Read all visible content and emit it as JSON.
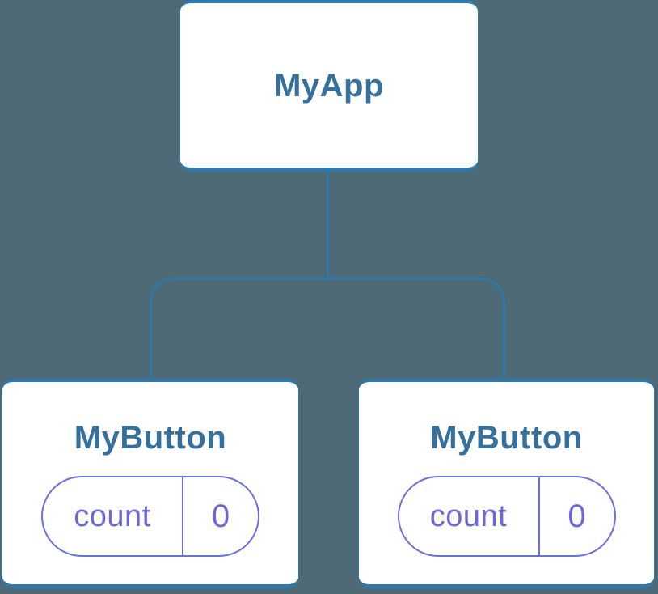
{
  "diagram": {
    "type": "component-tree",
    "root": {
      "title": "MyApp"
    },
    "children": [
      {
        "title": "MyButton",
        "state": {
          "name": "count",
          "value": "0"
        }
      },
      {
        "title": "MyButton",
        "state": {
          "name": "count",
          "value": "0"
        }
      }
    ],
    "colors": {
      "background": "#4d6a76",
      "node_fill": "#ffffff",
      "node_border": "#2e78ab",
      "node_title": "#35719f",
      "connector": "#2e78ab",
      "state_accent": "#6c6fe0",
      "state_text": "#6b69d9"
    }
  }
}
